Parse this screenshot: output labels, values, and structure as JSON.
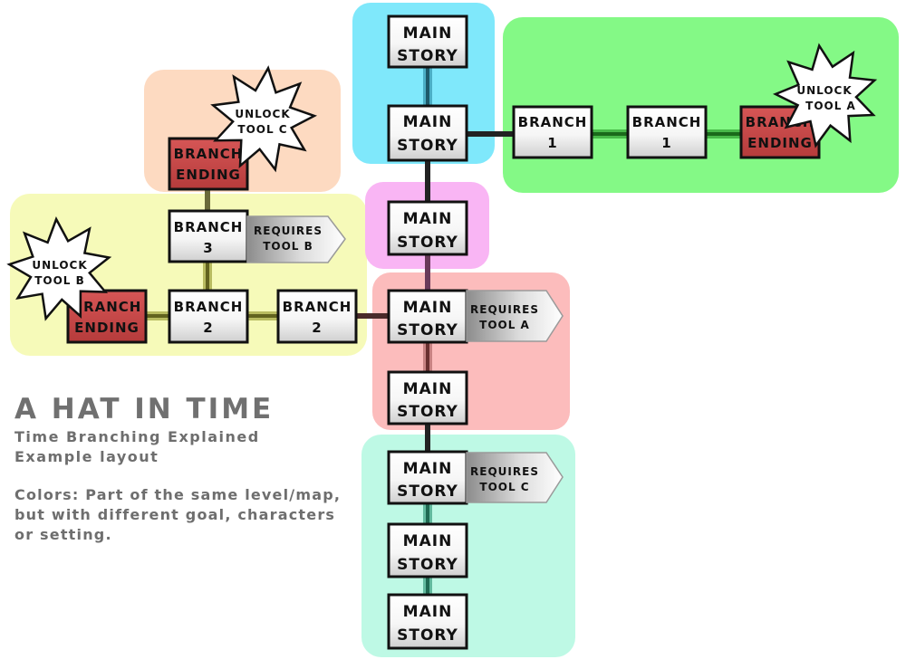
{
  "legend": {
    "title": "A HAT IN TIME",
    "subtitle_1": "Time Branching Explained",
    "subtitle_2": "Example layout",
    "note_1": "Colors: Part of the same level/map,",
    "note_2": "but with different goal, characters",
    "note_3": "or setting."
  },
  "colors": {
    "cyan_region": "#7fe8fb",
    "green_region": "#84f986",
    "orange_region": "#fddac1",
    "yellow_region": "#f6fab9",
    "pink_region": "#f9b5f4",
    "red_region": "#fcbcbc",
    "mint_region": "#bef9e5",
    "ending_box": "#c84848",
    "normal_box": "#ffffff"
  },
  "nodes": [
    {
      "id": "main-1",
      "line1": "MAIN",
      "line2": "STORY",
      "kind": "normal"
    },
    {
      "id": "main-2",
      "line1": "MAIN",
      "line2": "STORY",
      "kind": "normal"
    },
    {
      "id": "main-3",
      "line1": "MAIN",
      "line2": "STORY",
      "kind": "normal"
    },
    {
      "id": "main-4",
      "line1": "MAIN",
      "line2": "STORY",
      "kind": "normal"
    },
    {
      "id": "main-5",
      "line1": "MAIN",
      "line2": "STORY",
      "kind": "normal"
    },
    {
      "id": "main-6",
      "line1": "MAIN",
      "line2": "STORY",
      "kind": "normal"
    },
    {
      "id": "main-7",
      "line1": "MAIN",
      "line2": "STORY",
      "kind": "normal"
    },
    {
      "id": "main-8",
      "line1": "MAIN",
      "line2": "STORY",
      "kind": "normal"
    },
    {
      "id": "branch-1a",
      "line1": "BRANCH",
      "line2": "1",
      "kind": "normal"
    },
    {
      "id": "branch-1b",
      "line1": "BRANCH",
      "line2": "1",
      "kind": "normal"
    },
    {
      "id": "ending-a",
      "line1": "BRANCH",
      "line2": "ENDING",
      "kind": "ending"
    },
    {
      "id": "ending-c",
      "line1": "BRANCH",
      "line2": "ENDING",
      "kind": "ending"
    },
    {
      "id": "branch-3",
      "line1": "BRANCH",
      "line2": "3",
      "kind": "normal"
    },
    {
      "id": "ending-b",
      "line1": "BRANCH",
      "line2": "ENDING",
      "kind": "ending"
    },
    {
      "id": "branch-2a",
      "line1": "BRANCH",
      "line2": "2",
      "kind": "normal"
    },
    {
      "id": "branch-2b",
      "line1": "BRANCH",
      "line2": "2",
      "kind": "normal"
    }
  ],
  "requirements": [
    {
      "id": "requires-tool-b",
      "line1": "REQUIRES",
      "line2": "TOOL B"
    },
    {
      "id": "requires-tool-a",
      "line1": "REQUIRES",
      "line2": "TOOL A"
    },
    {
      "id": "requires-tool-c",
      "line1": "REQUIRES",
      "line2": "TOOL C"
    }
  ],
  "unlocks": [
    {
      "id": "unlock-tool-a",
      "line1": "UNLOCK",
      "line2": "TOOL A"
    },
    {
      "id": "unlock-tool-c",
      "line1": "UNLOCK",
      "line2": "TOOL C"
    },
    {
      "id": "unlock-tool-b",
      "line1": "UNLOCK",
      "line2": "TOOL B"
    }
  ]
}
